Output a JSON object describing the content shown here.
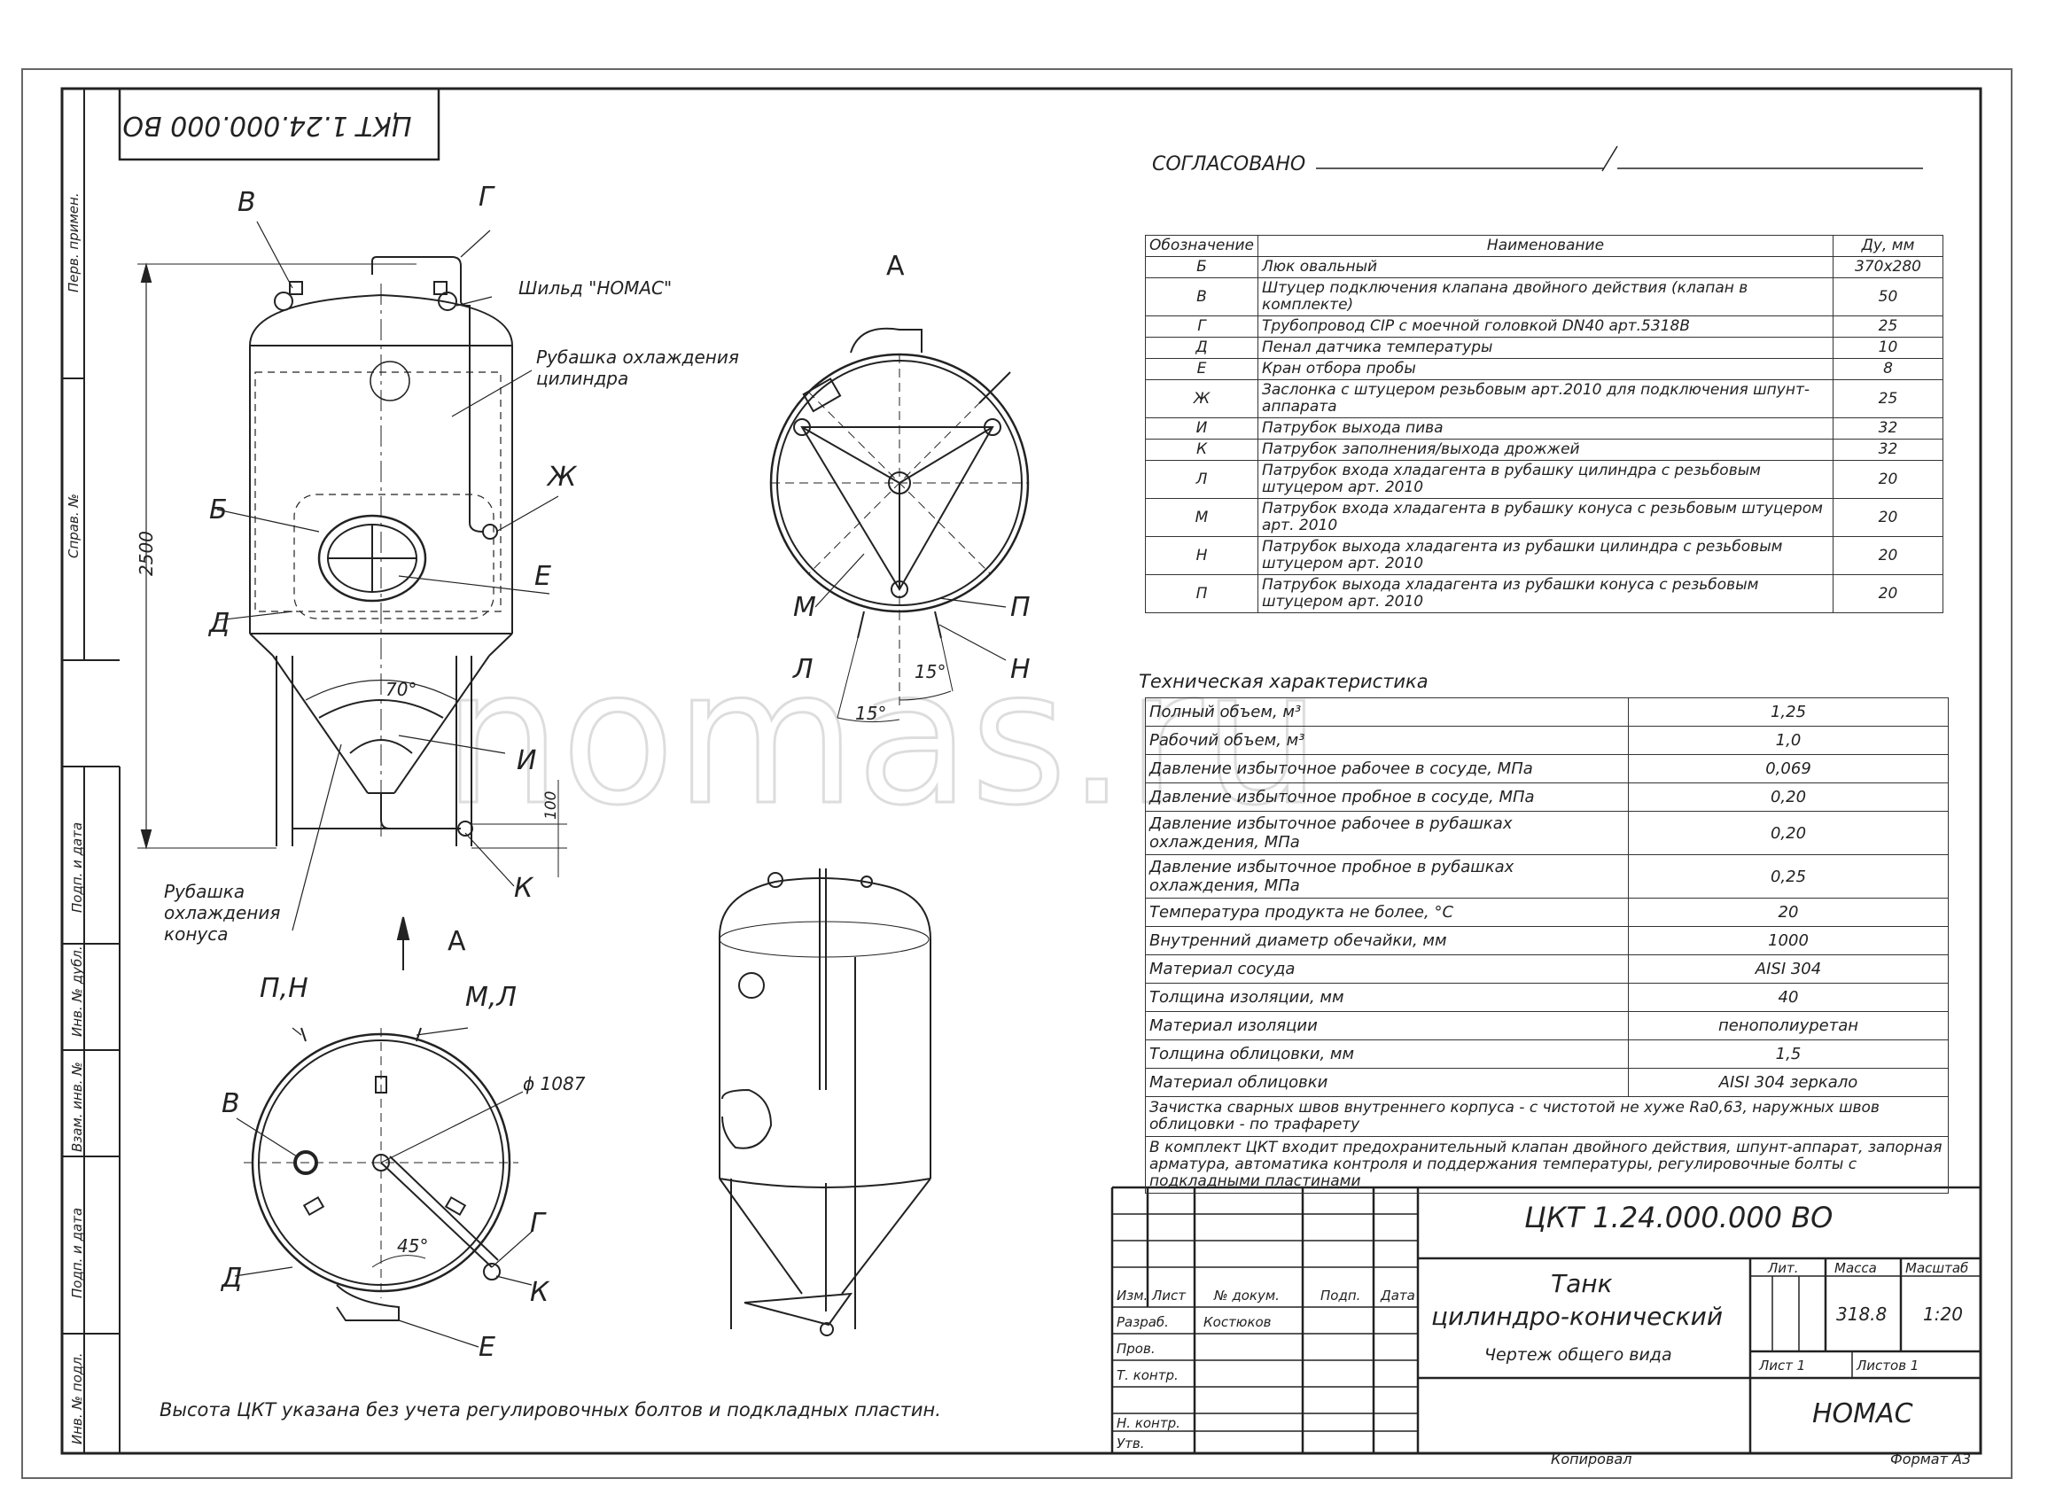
{
  "drawing": {
    "code": "ЦКТ 1.24.000.000 ВО",
    "code_rotated": "ЦКТ 1.24.000.000 ВО",
    "watermark": "nomas.ru",
    "agreed_label": "СОГЛАСОВАНО",
    "footnote": "Высота ЦКТ указана без учета регулировочных болтов и подкладных пластин.",
    "copied": "Копировал",
    "format": "Формат А3"
  },
  "side_margin": {
    "cells": [
      "Перв. примен.",
      "Справ. №",
      "Подп. и дата",
      "Инв. № дубл.",
      "Взам. инв. №",
      "Подп. и дата",
      "Инв. № подл."
    ]
  },
  "front_view": {
    "labels": {
      "v": "В",
      "g": "Г",
      "b": "Б",
      "d": "Д",
      "zh": "Ж",
      "e": "Е",
      "i": "И",
      "k": "К",
      "shield": "Шильд \"НОМАС\"",
      "jacket_cyl_1": "Рубашка охлаждения",
      "jacket_cyl_2": "цилиндра",
      "jacket_cone_1": "Рубашка",
      "jacket_cone_2": "охлаждения",
      "jacket_cone_3": "конуса",
      "height": "2500",
      "angle": "70°",
      "dim100": "100"
    }
  },
  "top_view": {
    "title": "А",
    "labels": {
      "m": "М",
      "l": "Л",
      "p": "П",
      "n": "Н",
      "a15a": "15°",
      "a15b": "15°"
    }
  },
  "bottom_view": {
    "arrow_label": "А",
    "labels": {
      "pn": "П,Н",
      "ml": "М,Л",
      "v": "В",
      "d": "Д",
      "g": "Г",
      "k": "К",
      "e": "Е",
      "diam": "ϕ 1087",
      "angle": "45°"
    }
  },
  "spec_table": {
    "headers": [
      "Обозначение",
      "Наименование",
      "Ду, мм"
    ],
    "rows": [
      {
        "code": "Б",
        "name": "Люк овальный",
        "dn": "370x280"
      },
      {
        "code": "В",
        "name": "Штуцер подключения клапана двойного действия (клапан в комплекте)",
        "dn": "50"
      },
      {
        "code": "Г",
        "name": "Трубопровод CIP с моечной головкой DN40 арт.5318В",
        "dn": "25"
      },
      {
        "code": "Д",
        "name": "Пенал датчика температуры",
        "dn": "10"
      },
      {
        "code": "Е",
        "name": "Кран отбора пробы",
        "dn": "8"
      },
      {
        "code": "Ж",
        "name": "Заслонка с штуцером резьбовым арт.2010 для подключения шпунт-аппарата",
        "dn": "25"
      },
      {
        "code": "И",
        "name": "Патрубок выхода пива",
        "dn": "32"
      },
      {
        "code": "К",
        "name": "Патрубок заполнения/выхода дрожжей",
        "dn": "32"
      },
      {
        "code": "Л",
        "name": "Патрубок входа хладагента в рубашку цилиндра с резьбовым штуцером арт. 2010",
        "dn": "20"
      },
      {
        "code": "М",
        "name": "Патрубок входа хладагента в рубашку конуса с резьбовым штуцером арт. 2010",
        "dn": "20"
      },
      {
        "code": "Н",
        "name": "Патрубок выхода хладагента из рубашки цилиндра с резьбовым штуцером арт. 2010",
        "dn": "20"
      },
      {
        "code": "П",
        "name": "Патрубок выхода хладагента из рубашки конуса с резьбовым штуцером арт. 2010",
        "dn": "20"
      }
    ]
  },
  "tech": {
    "title": "Техническая характеристика",
    "rows": [
      {
        "name": "Полный объем, м³",
        "value": "1,25"
      },
      {
        "name": "Рабочий объем, м³",
        "value": "1,0"
      },
      {
        "name": "Давление избыточное рабочее в сосуде, МПа",
        "value": "0,069"
      },
      {
        "name": "Давление избыточное пробное в сосуде, МПа",
        "value": "0,20"
      },
      {
        "name": "Давление избыточное рабочее в рубашках охлаждения, МПа",
        "value": "0,20"
      },
      {
        "name": "Давление избыточное пробное в рубашках охлаждения, МПа",
        "value": "0,25"
      },
      {
        "name": "Температура продукта не более, °С",
        "value": "20"
      },
      {
        "name": "Внутренний диаметр обечайки, мм",
        "value": "1000"
      },
      {
        "name": "Материал сосуда",
        "value": "AISI 304"
      },
      {
        "name": "Толщина изоляции, мм",
        "value": "40"
      },
      {
        "name": "Материал изоляции",
        "value": "пенополиуретан"
      },
      {
        "name": "Толщина облицовки, мм",
        "value": "1,5"
      },
      {
        "name": "Материал облицовки",
        "value": "AISI 304 зеркало"
      }
    ],
    "note1": "Зачистка сварных швов внутреннего корпуса - с чистотой не хуже Ra0,63, наружных швов облицовки - по трафарету",
    "note2": "В комплект ЦКТ входит предохранительный клапан двойного действия, шпунт-аппарат, запорная арматура, автоматика контроля и поддержания температуры, регулировочные болты с подкладными пластинами"
  },
  "title_block": {
    "code": "ЦКТ 1.24.000.000 ВО",
    "name_1": "Танк",
    "name_2": "цилиндро-конический",
    "doc_type": "Чертеж общего вида",
    "col_izm": "Изм.",
    "col_list": "Лист",
    "col_doc": "№ докум.",
    "col_sign": "Подп.",
    "col_date": "Дата",
    "razrab": "Разраб.",
    "razrab_name": "Костюков",
    "prov": "Пров.",
    "tkontr": "Т. контр.",
    "nkontr": "Н. контр.",
    "utv": "Утв.",
    "lit": "Лит.",
    "massa": "Масса",
    "masshtab": "Масштаб",
    "mass_value": "318.8",
    "scale_value": "1:20",
    "sheet": "Лист 1",
    "sheets": "Листов 1",
    "company": "НОМАС"
  }
}
